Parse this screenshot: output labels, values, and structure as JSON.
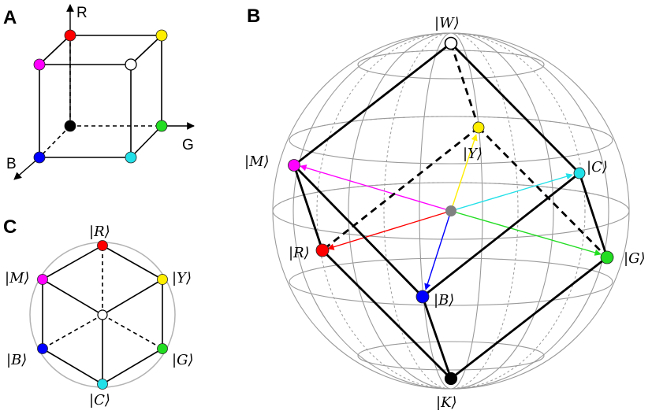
{
  "panels": {
    "a": {
      "letter": "A"
    },
    "b": {
      "letter": "B"
    },
    "c": {
      "letter": "C"
    }
  },
  "axes": {
    "r": "R",
    "g": "G",
    "b": "B"
  },
  "states": {
    "white": {
      "label": "|W⟩",
      "color": "#ffffff"
    },
    "black": {
      "label": "|K⟩",
      "color": "#000000"
    },
    "red": {
      "label": "|R⟩",
      "color": "#ff0000"
    },
    "green": {
      "label": "|G⟩",
      "color": "#22dd22"
    },
    "blue": {
      "label": "|B⟩",
      "color": "#0000ff"
    },
    "cyan": {
      "label": "|C⟩",
      "color": "#22e0e8"
    },
    "magenta": {
      "label": "|M⟩",
      "color": "#ff00ff"
    },
    "yellow": {
      "label": "|Y⟩",
      "color": "#ffee00"
    }
  },
  "colors": {
    "center": "#808080",
    "sphere_lines": "#9a9a9a"
  }
}
